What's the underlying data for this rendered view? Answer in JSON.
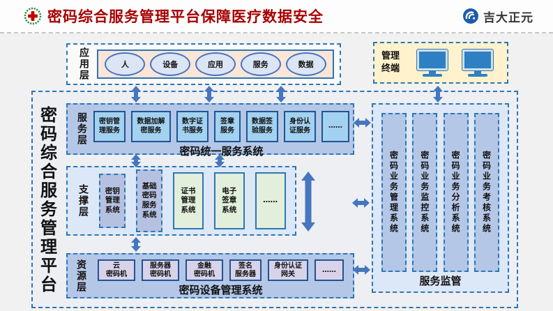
{
  "header": {
    "title": "密码综合服务管理平台保障医疗数据安全",
    "logo_text": "吉大正元"
  },
  "platform": {
    "title": "密码综合服务管理平台"
  },
  "application_layer": {
    "label": "应用层",
    "items": [
      "人",
      "设备",
      "应用",
      "服务",
      "数据"
    ]
  },
  "management_terminal": {
    "label": "管理\n终端"
  },
  "service_layer": {
    "label": "服务层",
    "system_label": "密码统一服务系统",
    "items": [
      "密钥管\n理服务",
      "数据加解\n密服务",
      "数字证\n书服务",
      "签章\n服务",
      "数据签\n验服务",
      "身份认\n证服务",
      "……"
    ]
  },
  "support_layer": {
    "label": "支撑层",
    "items": [
      "密钥\n管理\n系统",
      "基础\n密码\n服务\n系统",
      "证书\n管理\n系统",
      "电子\n签章\n系统",
      "……"
    ]
  },
  "resource_layer": {
    "label": "资源层",
    "system_label": "密码设备管理系统",
    "items": [
      "云\n密码机",
      "服务器\n密码机",
      "金融\n密码机",
      "签名\n服务器",
      "身份认证\n网关",
      "……"
    ]
  },
  "supervision": {
    "label": "服务监管",
    "items": [
      "密码业务管理系统",
      "密码业务监控系统",
      "密码业务分析系统",
      "密码业务考核系统"
    ]
  },
  "colors": {
    "title_red": "#a80000",
    "border_blue": "#2e75b6",
    "arrow_blue": "#4576be",
    "service_box_blue": "#a3d1f0",
    "layer_fill_periwinkle": "#b4c7e7",
    "layer_fill_light": "#dce8f7",
    "app_inner_orange": "#fbe5d6",
    "terminal_cream": "#fff2cc",
    "green_box": "#e2efda",
    "lavender_box": "#d9d3e9"
  }
}
